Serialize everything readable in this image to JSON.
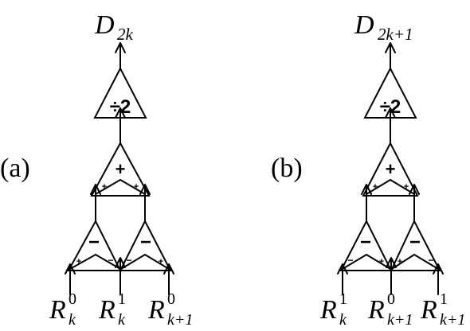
{
  "diagrams": [
    {
      "panel_label": "(a)",
      "output": {
        "letter": "D",
        "subscript": "2k"
      },
      "divide_op": "÷2",
      "sum_node": {
        "op": "+",
        "inputs": [
          "+",
          "+"
        ]
      },
      "diff_nodes": [
        {
          "op": "−",
          "inputs": [
            "+",
            "−"
          ]
        },
        {
          "op": "−",
          "inputs": [
            "−",
            "+"
          ]
        }
      ],
      "inputs": [
        {
          "letter": "R",
          "sup": "0",
          "sub": "k"
        },
        {
          "letter": "R",
          "sup": "1",
          "sub": "k"
        },
        {
          "letter": "R",
          "sup": "0",
          "sub": "k+1"
        }
      ]
    },
    {
      "panel_label": "(b)",
      "output": {
        "letter": "D",
        "subscript": "2k+1"
      },
      "divide_op": "÷2",
      "sum_node": {
        "op": "+",
        "inputs": [
          "+",
          "+"
        ]
      },
      "diff_nodes": [
        {
          "op": "−",
          "inputs": [
            "−",
            "+"
          ]
        },
        {
          "op": "−",
          "inputs": [
            "+",
            "−"
          ]
        }
      ],
      "inputs": [
        {
          "letter": "R",
          "sup": "1",
          "sub": "k"
        },
        {
          "letter": "R",
          "sup": "0",
          "sub": "k+1"
        },
        {
          "letter": "R",
          "sup": "1",
          "sub": "k+1"
        }
      ]
    }
  ]
}
